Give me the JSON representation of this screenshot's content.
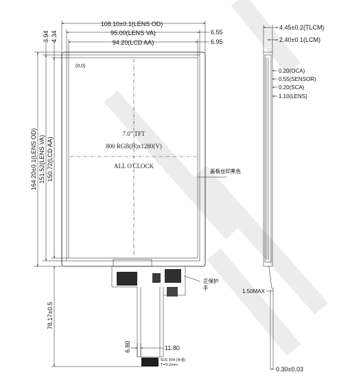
{
  "top_dimensions": {
    "lens_od_width": "108.10±0.1(LENS OD)",
    "lens_va_width": "95.00(LENS VA)",
    "lcd_aa_width": "94.20(LCD AA)",
    "right_offset_1": "6.55",
    "right_offset_2": "6.95"
  },
  "left_dimensions": {
    "offset_1": "3.94",
    "offset_2": "4.34",
    "lens_od_height": "164.20±0.1(LENS OD)",
    "lens_va_height": "151.52(LENS VA)",
    "lcd_aa_height": "150.72(LCD AA)",
    "fpc_length": "78.17±0.5"
  },
  "panel": {
    "origin_label": "(0,0)",
    "size_label": "7.0\" TFT",
    "resolution_label": "800 RGB(H)x1280(V)",
    "orientation_label": "ALL O'CLOCK",
    "cover_print_note": "盖板丝印黑色",
    "protective_film_note_line1": "正保护",
    "protective_film_note_line2": "手"
  },
  "fpc": {
    "width_label": "11.80",
    "pitch_label": "6.80",
    "stiffener_note_line1": "SUS 304 (补强)",
    "stiffener_note_line2": "T=0.2mm"
  },
  "side_view": {
    "tlcm_thickness": "4.45±0.2(TLCM)",
    "lcm_thickness": "2.40±0.1(LCM)",
    "layers": [
      "0.20(OCA)",
      "0.55(SENSOR)",
      "0.20(SCA)",
      "1.10(LENS)"
    ],
    "fpc_max": "1.50MAX",
    "fpc_thickness": "0.30±0.03"
  }
}
